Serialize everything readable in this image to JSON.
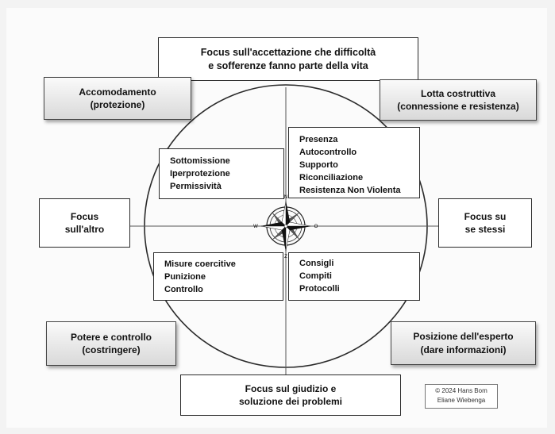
{
  "top": {
    "line1": "Focus sull'accettazione che difficoltà",
    "line2": "e sofferenze fanno parte della vita"
  },
  "bottom": {
    "line1": "Focus sul giudizio e",
    "line2": "soluzione dei problemi"
  },
  "left": {
    "line1": "Focus",
    "line2": "sull'altro"
  },
  "right": {
    "line1": "Focus su",
    "line2": "se stessi"
  },
  "corner_tl": {
    "line1": "Accomodamento",
    "line2": "(protezione)"
  },
  "corner_tr": {
    "line1": "Lotta costruttiva",
    "line2": "(connessione e resistenza)"
  },
  "corner_bl": {
    "line1": "Potere e controllo",
    "line2": "(costringere)"
  },
  "corner_br": {
    "line1": "Posizione dell'esperto",
    "line2": "(dare informazioni)"
  },
  "quad_tl": [
    "Sottomissione",
    "Iperprotezione",
    "Permissività"
  ],
  "quad_tr": [
    "Presenza",
    "Autocontrollo",
    "Supporto",
    "Riconciliazione",
    "Resistenza Non Violenta"
  ],
  "quad_bl": [
    "Misure coercitive",
    "Punizione",
    "Controllo"
  ],
  "quad_br": [
    "Consigli",
    "Compiti",
    "Protocolli"
  ],
  "compass": {
    "n": "N",
    "s": "Z",
    "w": "W",
    "e": "O"
  },
  "copyright": {
    "line1": "© 2024 Hans Bom",
    "line2": "Eliane Wiebenga"
  },
  "colors": {
    "line": "#2a2a2a",
    "box_gradient_end": "#d9d9d9"
  }
}
